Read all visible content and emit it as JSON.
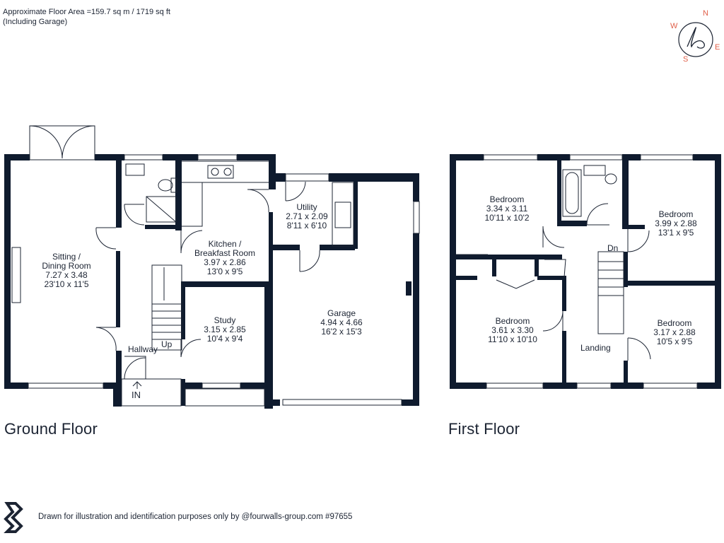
{
  "header": {
    "area_line": "Approximate Floor Area =159.7 sq m / 1719 sq ft",
    "garage_note": "(Including Garage)"
  },
  "compass": {
    "n": "N",
    "e": "E",
    "s": "S",
    "w": "W",
    "logo": "h"
  },
  "ground_floor": {
    "title": "Ground Floor",
    "rooms": [
      {
        "name": [
          "Sitting /",
          "Dining Room"
        ],
        "metric": "7.27 x 3.48",
        "imperial": "23'10 x 11'5"
      },
      {
        "name": [
          "Kitchen /",
          "Breakfast Room"
        ],
        "metric": "3.97 x 2.86",
        "imperial": "13'0 x 9'5"
      },
      {
        "name": [
          "Utility"
        ],
        "metric": "2.71 x 2.09",
        "imperial": "8'11 x 6'10"
      },
      {
        "name": [
          "Study"
        ],
        "metric": "3.15 x 2.85",
        "imperial": "10'4 x 9'4"
      },
      {
        "name": [
          "Garage"
        ],
        "metric": "4.94 x 4.66",
        "imperial": "16'2 x 15'3"
      }
    ],
    "labels": {
      "hallway": "Hallway",
      "up": "Up",
      "in": "IN"
    }
  },
  "first_floor": {
    "title": "First Floor",
    "rooms": [
      {
        "name": [
          "Bedroom"
        ],
        "metric": "3.34 x 3.11",
        "imperial": "10'11 x 10'2"
      },
      {
        "name": [
          "Bedroom"
        ],
        "metric": "3.99 x 2.88",
        "imperial": "13'1 x 9'5"
      },
      {
        "name": [
          "Bedroom"
        ],
        "metric": "3.61 x 3.30",
        "imperial": "11'10 x 10'10"
      },
      {
        "name": [
          "Bedroom"
        ],
        "metric": "3.17 x 2.88",
        "imperial": "10'5 x 9'5"
      }
    ],
    "labels": {
      "landing": "Landing",
      "dn": "Dn"
    }
  },
  "footer": {
    "disclaimer": "Drawn for illustration and identification purposes only by @fourwalls-group.com #97655"
  },
  "colors": {
    "wall": "#0f1b2e",
    "line": "#1c2433",
    "accent": "#e0604a"
  }
}
